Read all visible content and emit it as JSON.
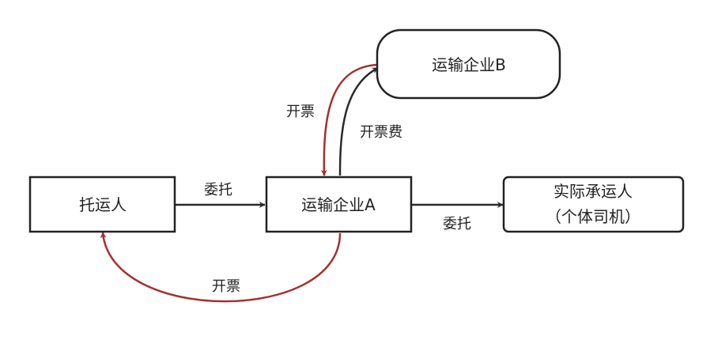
{
  "nodes": {
    "shipper": {
      "label": "托运人"
    },
    "company_a": {
      "label": "运输企业A"
    },
    "company_b": {
      "label": "运输企业B"
    },
    "actual_carrier": {
      "line1": "实际承运人",
      "line2": "（个体司机）"
    }
  },
  "edges": {
    "shipper_to_a": {
      "label": "委托"
    },
    "a_to_carrier": {
      "label": "委托"
    },
    "a_to_b": {
      "label": "开票费"
    },
    "b_to_a": {
      "label": "开票"
    },
    "a_to_shipper": {
      "label": "开票"
    }
  },
  "colors": {
    "node_stroke": "#222222",
    "black_edge": "#2b2b2b",
    "red_edge": "#a5302f",
    "text": "#222222"
  }
}
